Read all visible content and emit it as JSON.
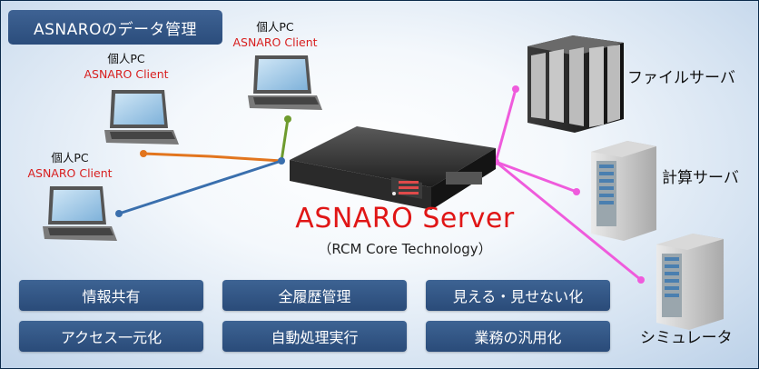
{
  "title": "ASNAROのデータ管理",
  "clients": [
    {
      "line1": "個人PC",
      "line2": "ASNARO Client"
    },
    {
      "line1": "個人PC",
      "line2": "ASNARO Client"
    },
    {
      "line1": "個人PC",
      "line2": "ASNARO Client"
    }
  ],
  "server": {
    "name": "ASNARO Server",
    "subtitle": "（RCM Core Technology）"
  },
  "devices": {
    "file_server": "ファイルサーバ",
    "compute_server": "計算サーバ",
    "simulator": "シミュレータ"
  },
  "features": [
    "情報共有",
    "全履歴管理",
    "見える・見せない化",
    "アクセス一元化",
    "自動処理実行",
    "業務の汎用化"
  ],
  "colors": {
    "client_link_1": "#6e9b2e",
    "client_link_2": "#e2751e",
    "client_link_3": "#3a6fad",
    "device_links": "#ef5bdc",
    "feature_fill": "#34598a",
    "server_name": "#e01616"
  },
  "icons": [
    "laptop-icon",
    "rack-server-icon",
    "file-server-icon",
    "tower-server-icon"
  ]
}
